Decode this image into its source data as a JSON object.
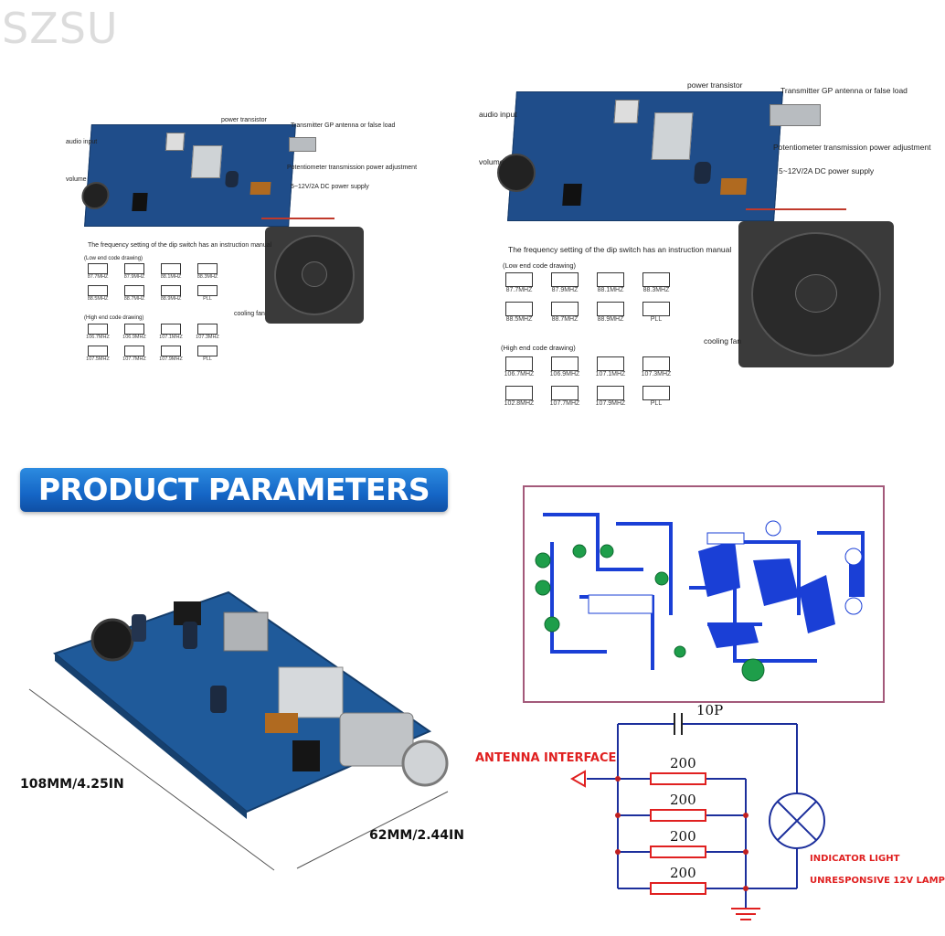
{
  "watermark": "SZSU",
  "panel_small": {
    "labels": {
      "power_transistor": "power transistor",
      "antenna": "Transmitter GP antenna or false load",
      "audio_input": "audio input",
      "volume": "volume",
      "potentiometer": "Potentiometer transmission power adjustment",
      "power_supply": "5~12V/2A DC power supply",
      "dip_manual": "The frequency setting of the dip switch has an instruction manual",
      "low_end": "(Low end code drawing)",
      "high_end": "(High end code drawing)",
      "cooling_fan": "cooling fan"
    },
    "low_freqs": [
      "87.7MHZ",
      "87.9MHZ",
      "88.1MHZ",
      "88.3MHZ",
      "88.5MHZ",
      "88.7MHZ",
      "88.9MHZ",
      "PLL"
    ],
    "high_freqs": [
      "106.7MHZ",
      "106.9MHZ",
      "107.1MHZ",
      "107.3MHZ",
      "107.5MHZ",
      "107.7MHZ",
      "107.9MHZ",
      "PLL"
    ]
  },
  "panel_large": {
    "labels": {
      "power_transistor": "power transistor",
      "antenna": "Transmitter GP antenna or false load",
      "audio_input": "audio input",
      "volume": "volume",
      "potentiometer": "Potentiometer transmission power adjustment",
      "power_supply": "5~12V/2A DC power supply",
      "dip_manual": "The frequency setting of the dip switch has an instruction manual",
      "low_end": "(Low end code drawing)",
      "high_end": "(High end code drawing)",
      "cooling_fan": "cooling fan"
    },
    "low_freqs": [
      "87.7MHZ",
      "87.9MHZ",
      "88.1MHZ",
      "88.3MHZ",
      "88.5MHZ",
      "88.7MHZ",
      "88.9MHZ",
      "PLL"
    ],
    "high_freqs": [
      "106.7MHZ",
      "106.9MHZ",
      "107.1MHZ",
      "107.3MHZ",
      "102.8MHZ",
      "107.7MHZ",
      "107.9MHZ",
      "PLL"
    ]
  },
  "parameters": {
    "banner": "PRODUCT PARAMETERS",
    "length": "108MM/4.25IN",
    "width": "62MM/2.44IN"
  },
  "schematic": {
    "capacitor": "10P",
    "resistors": [
      "200",
      "200",
      "200",
      "200"
    ],
    "antenna_interface": "ANTENNA INTERFACE",
    "indicator_line1": "INDICATOR LIGHT",
    "indicator_line2": "UNRESPONSIVE 12V LAMP"
  },
  "colors": {
    "banner_blue": "#1566c6",
    "pcb_trace_blue": "#1a3fd6",
    "pcb_pad_green": "#1e9e4a",
    "schematic_wire": "#1c2f9c",
    "label_red": "#e02020",
    "board_blue": "#1f4d8a"
  }
}
